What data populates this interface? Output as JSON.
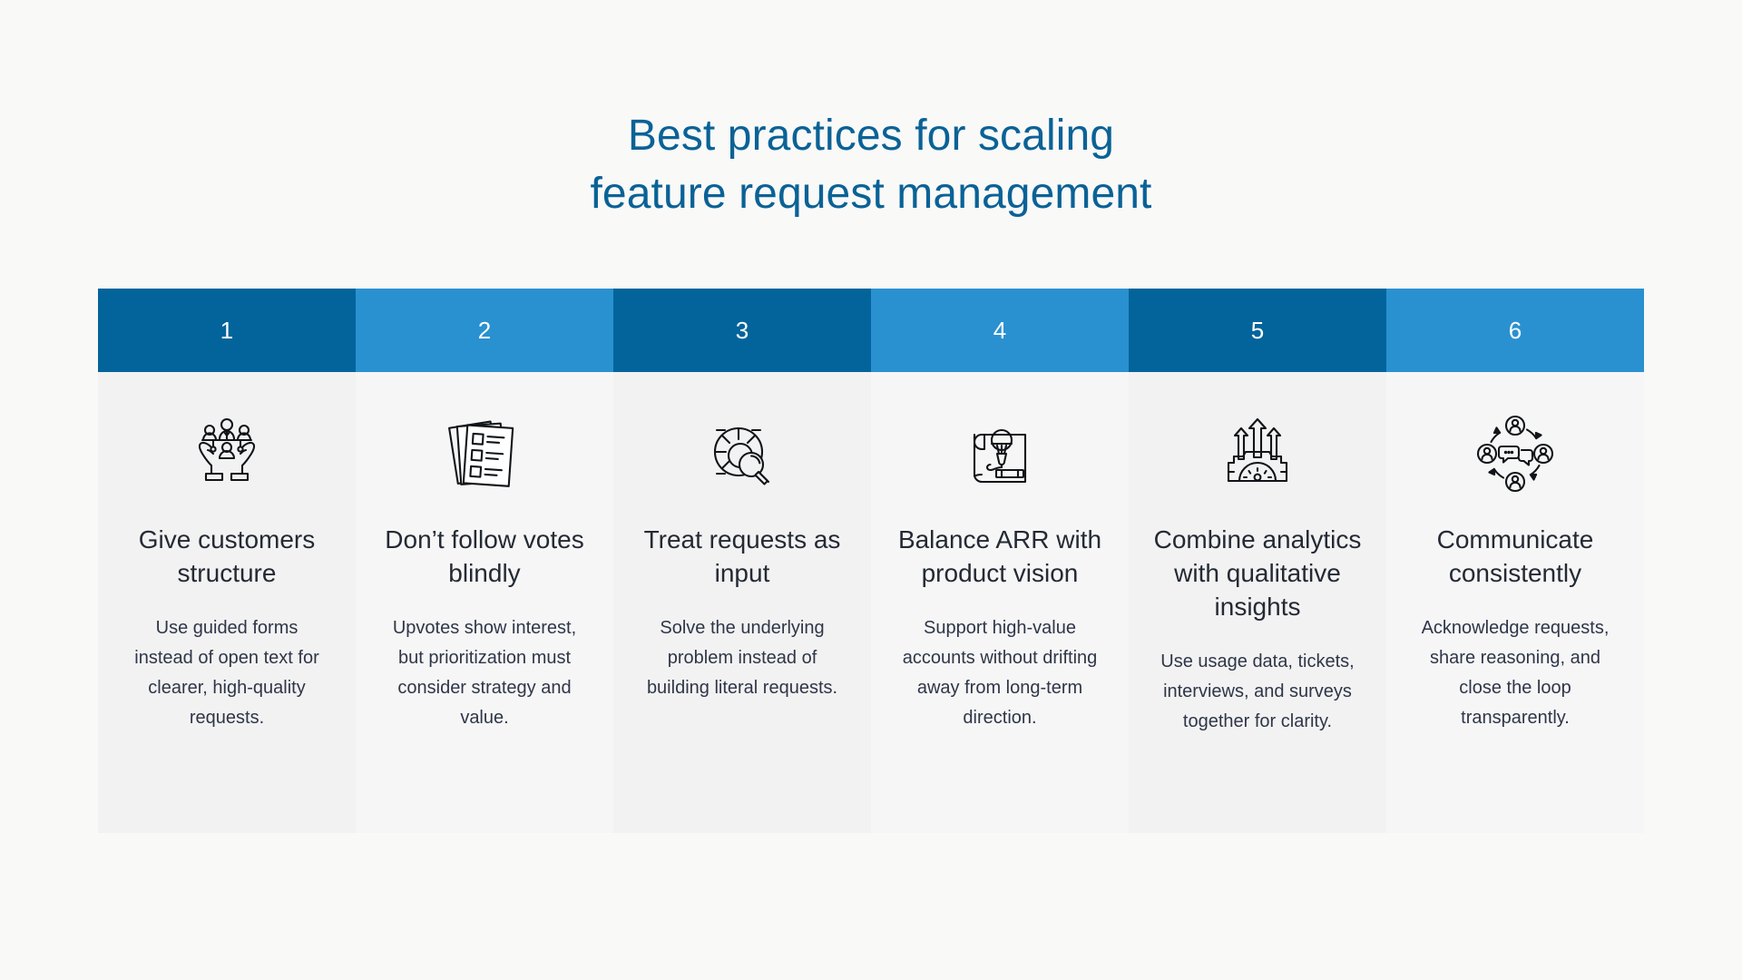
{
  "title": {
    "line1": "Best practices for scaling",
    "line2": "feature request management",
    "color": "#0a6296"
  },
  "colors": {
    "page_background": "#f9f9f8",
    "chevron_dark": "#03649b",
    "chevron_light": "#2a91d0",
    "card_background_a": "#f2f2f2",
    "card_background_b": "#f6f6f6",
    "heading_text": "#242a34",
    "body_text": "#2e3648",
    "number_text": "#ffffff"
  },
  "steps": [
    {
      "number": "1",
      "icon": "hands-holding-team-icon",
      "heading": "Give customers structure",
      "body": "Use guided forms instead of open text for clearer, high-quality requests.",
      "chevron_style": "dark"
    },
    {
      "number": "2",
      "icon": "stacked-survey-forms-icon",
      "heading": "Don’t follow votes blindly",
      "body": "Upvotes show interest, but prioritization must consider strategy and value.",
      "chevron_style": "light"
    },
    {
      "number": "3",
      "icon": "pie-chart-magnifier-icon",
      "heading": "Treat requests as input",
      "body": "Solve the underlying problem instead of building literal requests.",
      "chevron_style": "dark"
    },
    {
      "number": "4",
      "icon": "blueprint-lightbulb-pencil-icon",
      "heading": "Balance ARR with product vision",
      "body": "Support high-value accounts without drifting away from long-term direction.",
      "chevron_style": "light"
    },
    {
      "number": "5",
      "icon": "gauge-gear-growth-arrows-icon",
      "heading": "Combine analytics with qualitative insights",
      "body": "Use usage data, tickets, interviews, and surveys together for clarity.",
      "chevron_style": "dark"
    },
    {
      "number": "6",
      "icon": "communication-cycle-icon",
      "heading": "Communicate consistently",
      "body": "Acknowledge requests, share reasoning, and close the loop transparently.",
      "chevron_style": "light"
    }
  ]
}
